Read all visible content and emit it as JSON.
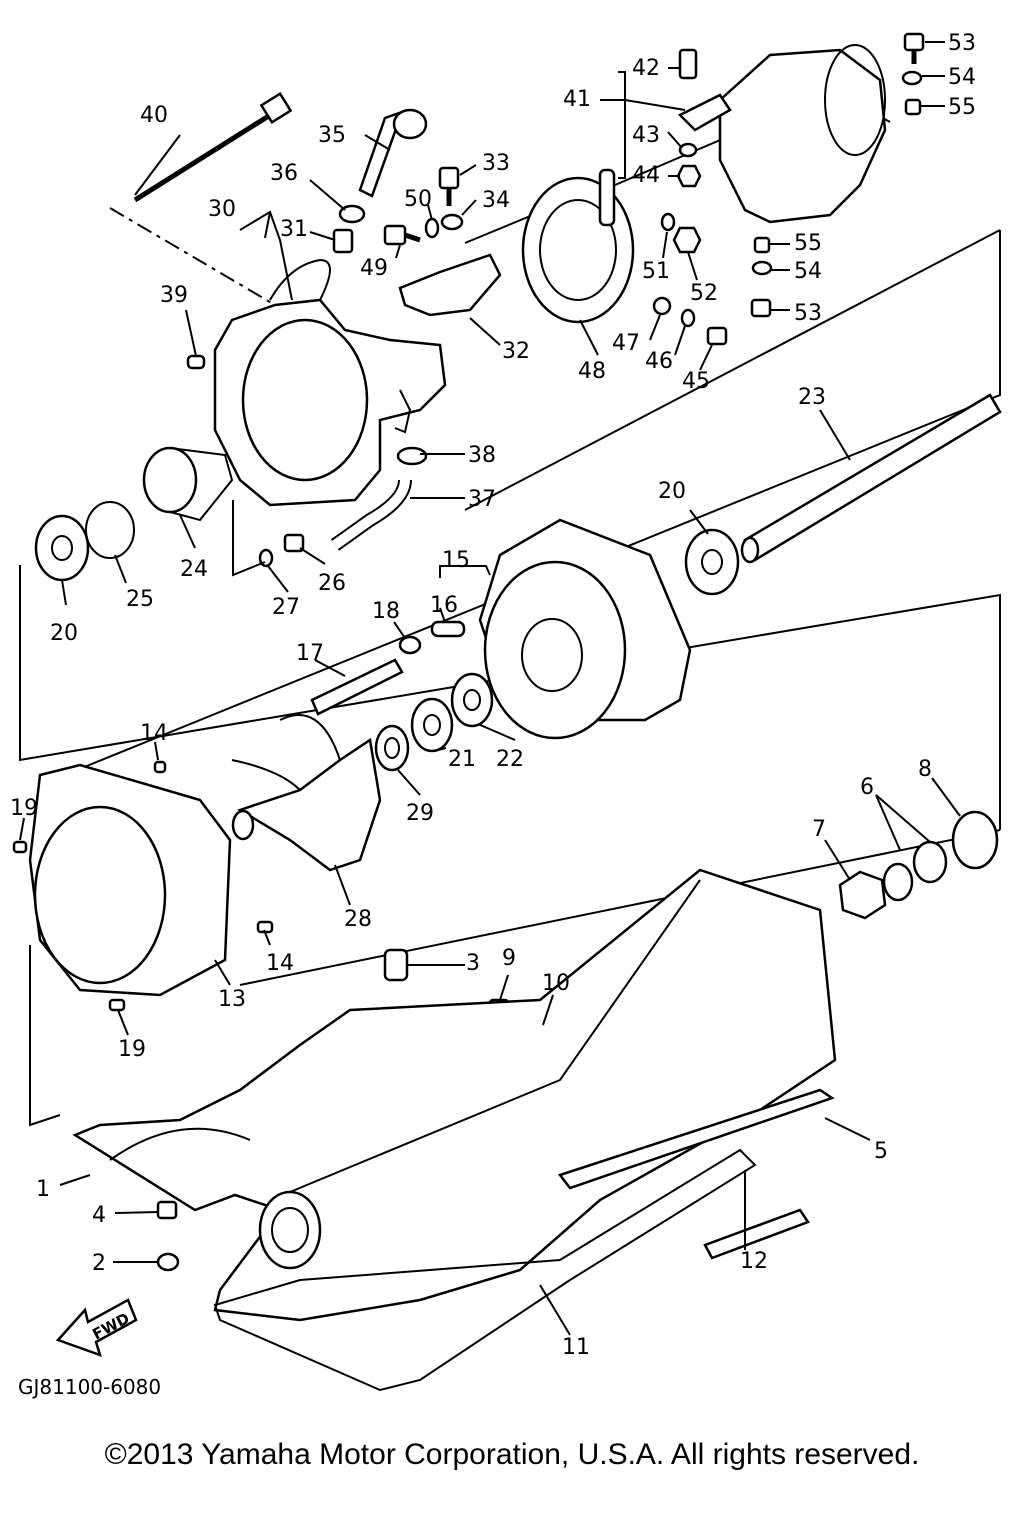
{
  "diagram_code": "GJ81100-6080",
  "fwd_label": "FWD",
  "copyright": "©2013 Yamaha Motor Corporation, U.S.A. All rights reserved.",
  "callouts": {
    "c1": "1",
    "c2": "2",
    "c3": "3",
    "c4": "4",
    "c5": "5",
    "c6": "6",
    "c7": "7",
    "c8": "8",
    "c9": "9",
    "c10": "10",
    "c11": "11",
    "c12": "12",
    "c13": "13",
    "c14a": "14",
    "c14b": "14",
    "c15": "15",
    "c16": "16",
    "c17": "17",
    "c18": "18",
    "c19a": "19",
    "c19b": "19",
    "c20a": "20",
    "c20b": "20",
    "c21": "21",
    "c22": "22",
    "c23": "23",
    "c24": "24",
    "c25": "25",
    "c26": "26",
    "c27": "27",
    "c28": "28",
    "c29": "29",
    "c30": "30",
    "c31": "31",
    "c32": "32",
    "c33": "33",
    "c34": "34",
    "c35": "35",
    "c36": "36",
    "c37": "37",
    "c38": "38",
    "c39": "39",
    "c40": "40",
    "c41": "41",
    "c42": "42",
    "c43": "43",
    "c44": "44",
    "c45": "45",
    "c46": "46",
    "c47": "47",
    "c48": "48",
    "c49": "49",
    "c50": "50",
    "c51": "51",
    "c52": "52",
    "c53a": "53",
    "c53b": "53",
    "c54a": "54",
    "c54b": "54",
    "c55a": "55",
    "c55b": "55"
  }
}
